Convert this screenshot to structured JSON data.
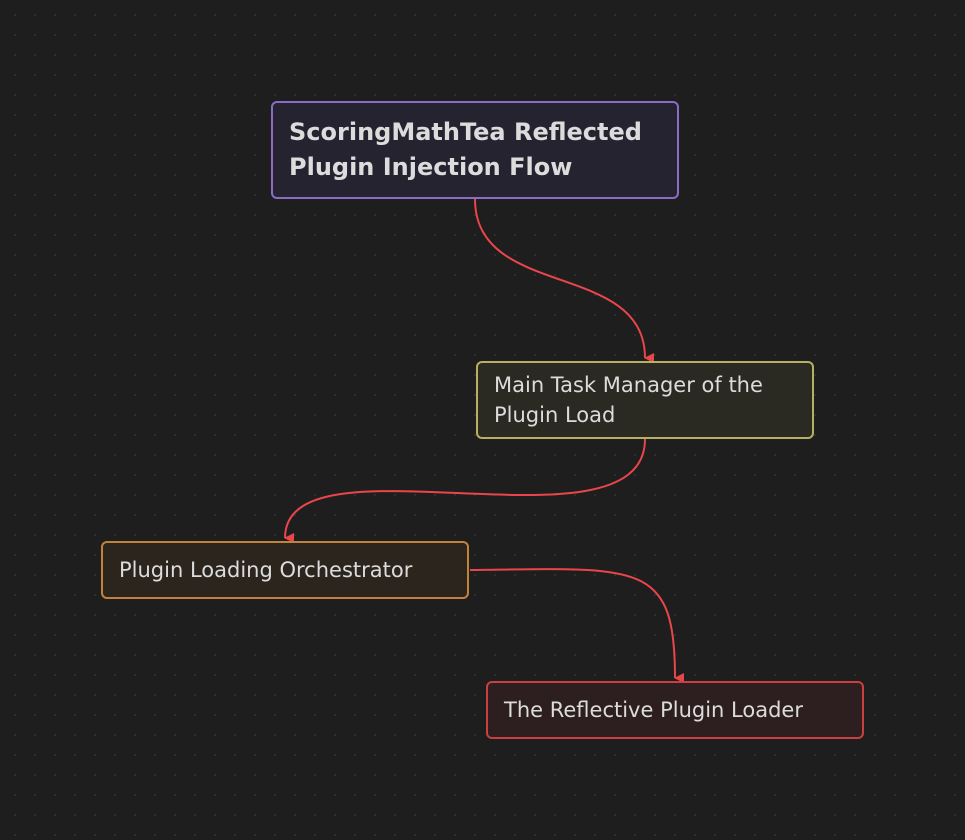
{
  "nodes": [
    {
      "id": "n1",
      "label": "ScoringMathTea Reflected Plugin Injection Flow",
      "color": "#8a6cc6"
    },
    {
      "id": "n2",
      "label": "Main Task Manager of the Plugin Load",
      "color": "#b7b060"
    },
    {
      "id": "n3",
      "label": "Plugin Loading Orchestrator",
      "color": "#c0823d"
    },
    {
      "id": "n4",
      "label": "The Reflective Plugin Loader",
      "color": "#c8403f"
    }
  ],
  "edges": [
    {
      "from": "n1",
      "to": "n2"
    },
    {
      "from": "n2",
      "to": "n3"
    },
    {
      "from": "n3",
      "to": "n4"
    }
  ],
  "edge_color": "#e9464c"
}
